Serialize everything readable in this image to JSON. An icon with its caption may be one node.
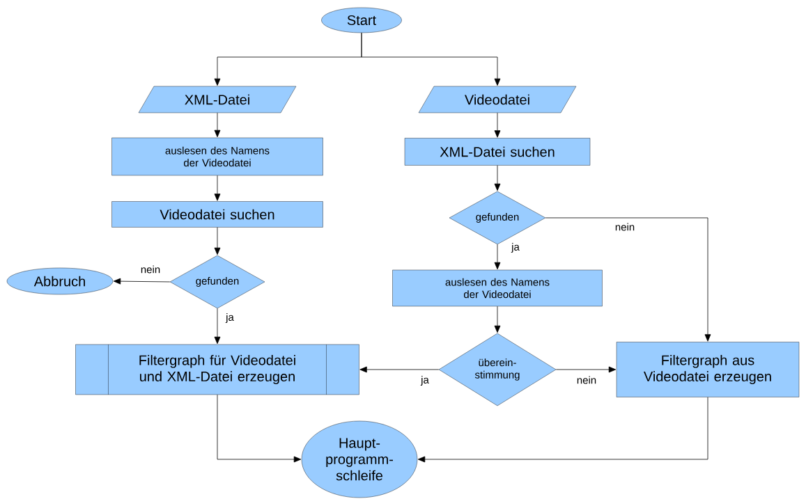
{
  "diagram": {
    "nodes": [
      {
        "text": [
          "Start"
        ]
      },
      {
        "text": [
          "XML-Datei"
        ]
      },
      {
        "text": [
          "Videodatei"
        ]
      },
      {
        "text": [
          "auslesen des Namens der Videodatei"
        ]
      },
      {
        "text": [
          "Videodatei suchen"
        ]
      },
      {
        "text": [
          "gefunden"
        ]
      },
      {
        "text": [
          "Abbruch"
        ]
      },
      {
        "text": [
          "XML-Datei suchen"
        ]
      },
      {
        "text": [
          "gefunden"
        ]
      },
      {
        "text": [
          "auslesen des Namens der Videodatei"
        ]
      },
      {
        "text": [
          "überein- stimmung"
        ]
      },
      {
        "text": [
          "Filtergraph für Videodatei und XML-Datei erzeugen"
        ]
      },
      {
        "text": [
          "Filtergraph aus Videodatei erzeugen"
        ]
      },
      {
        "text": [
          "Haupt- programm- schleife"
        ]
      }
    ],
    "edges": [
      {
        "from": 0,
        "to": 1,
        "arrow": "to"
      },
      {
        "from": 0,
        "to": 2,
        "arrow": "to"
      },
      {
        "from": 1,
        "to": 3,
        "arrow": "to"
      },
      {
        "from": 3,
        "to": 4,
        "arrow": "to"
      },
      {
        "from": 4,
        "to": 5,
        "arrow": "to"
      },
      {
        "from": 5,
        "to": 6,
        "arrow": "to",
        "label": "nein"
      },
      {
        "from": 5,
        "to": 11,
        "arrow": "to",
        "label": "ja"
      },
      {
        "from": 2,
        "to": 7,
        "arrow": "to"
      },
      {
        "from": 7,
        "to": 8,
        "arrow": "to"
      },
      {
        "from": 8,
        "to": 9,
        "arrow": "to",
        "label": "ja"
      },
      {
        "from": 8,
        "to": 12,
        "arrow": "to",
        "label": "nein"
      },
      {
        "from": 9,
        "to": 10,
        "arrow": "to"
      },
      {
        "from": 10,
        "to": 11,
        "arrow": "to",
        "label": "ja"
      },
      {
        "from": 10,
        "to": 12,
        "arrow": "to",
        "label": "nein"
      },
      {
        "from": 11,
        "to": 13,
        "arrow": "to"
      },
      {
        "from": 12,
        "to": 13,
        "arrow": "to"
      }
    ]
  }
}
